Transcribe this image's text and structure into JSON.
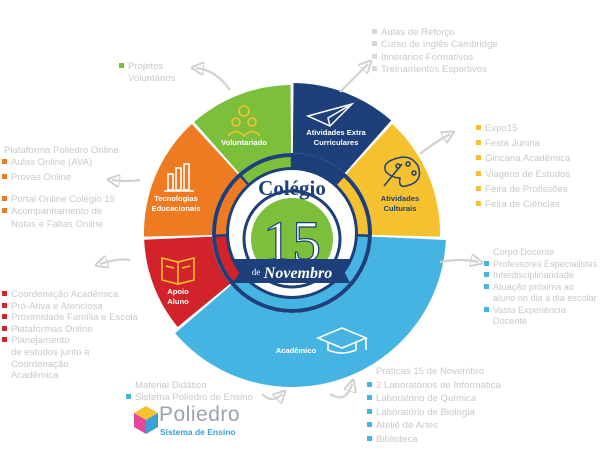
{
  "colors": {
    "voluntariado": "#7bbf3a",
    "extra": "#1d3f7a",
    "culturais": "#f6c12f",
    "academico": "#45b4e3",
    "apoio": "#d2232a",
    "tecnologias": "#ee7a22",
    "ring": "#1d3f7a",
    "gray": "#c9c9c9"
  },
  "center": {
    "top_text": "Colégio",
    "number": "15",
    "ribbon_de": "de",
    "ribbon_name": "Novembro"
  },
  "segments": {
    "voluntariado": "Voluntariado",
    "extra_line1": "Atividades Extra",
    "extra_line2": "Curriculares",
    "culturais_line1": "Atividades",
    "culturais_line2": "Culturais",
    "academico": "Acadêmico",
    "apoio_line1": "Apoio",
    "apoio_line2": "Aluno",
    "tec_line1": "Tecnologias",
    "tec_line2": "Educacionais"
  },
  "projetos": {
    "line1": "Projetos",
    "line2": "Voluntários"
  },
  "extra_items": [
    "Aulas de Reforço",
    "Curso de Inglês Cambridge",
    "Itinerários Formativos",
    "Treinamentos Esportivos"
  ],
  "cultural_items": [
    "Expo15",
    "Festa Junina",
    "Gincana Acadêmica",
    "Viagens de Estudos",
    "Feira de Profissões",
    "Feira de Ciências"
  ],
  "corpo_docente": {
    "title": "Corpo Docente",
    "items": [
      [
        "Professores Especialistas"
      ],
      [
        "Interdisciplinaridade"
      ],
      [
        "Atuação próxima ao",
        "aluno no dia a dia escolar"
      ],
      [
        "Vasta Experiência",
        "Docente"
      ]
    ]
  },
  "praticas": {
    "title": "Práticas 15 de Novembro",
    "items": [
      "2 Laboratórios de Informática",
      "Laboratório de Química",
      "Laboratório de Biologia",
      "Ateliê de Artes",
      "Biblioteca"
    ]
  },
  "material": {
    "title": "Material Didático",
    "item": "Sistema Poliedro de Ensino"
  },
  "logo": {
    "brand": "Poliedro",
    "sub": "Sistema de Ensino"
  },
  "plataforma": {
    "title": "Plataforma Poliedro Online",
    "items": [
      "Aulas Online (AVA)",
      "Provas Online"
    ]
  },
  "portal": {
    "items": [
      [
        "Portal Online Colégio 15"
      ],
      [
        "Acompanhamento de",
        "Notas e Faltas Online"
      ]
    ]
  },
  "apoio_items": [
    [
      "Coordenação Acadêmica"
    ],
    [
      "Pró-Ativa e Atenciosa"
    ],
    [
      "Proximidade Família e Escola"
    ],
    [
      "Plataformas Online"
    ],
    [
      "Planejamento",
      "de estudos junto a",
      "Coordenação",
      "Acadêmica"
    ]
  ]
}
